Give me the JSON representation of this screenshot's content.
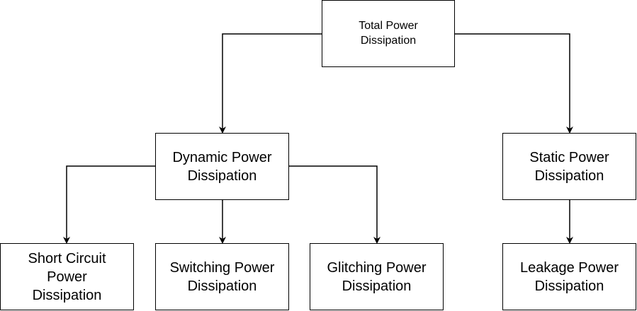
{
  "diagram": {
    "nodes": {
      "total": {
        "label": "Total Power\nDissipation"
      },
      "dynamic": {
        "label": "Dynamic Power\nDissipation"
      },
      "static": {
        "label": "Static Power\nDissipation"
      },
      "short_circuit": {
        "label": "Short Circuit\nPower\nDissipation"
      },
      "switching": {
        "label": "Switching Power\nDissipation"
      },
      "glitching": {
        "label": "Glitching Power\nDissipation"
      },
      "leakage": {
        "label": "Leakage Power\nDissipation"
      }
    },
    "edges": [
      {
        "from": "total",
        "to": "dynamic"
      },
      {
        "from": "total",
        "to": "static"
      },
      {
        "from": "dynamic",
        "to": "short_circuit"
      },
      {
        "from": "dynamic",
        "to": "switching"
      },
      {
        "from": "dynamic",
        "to": "glitching"
      },
      {
        "from": "static",
        "to": "leakage"
      }
    ],
    "colors": {
      "stroke": "#000000",
      "fill": "#ffffff",
      "text": "#000000"
    }
  }
}
